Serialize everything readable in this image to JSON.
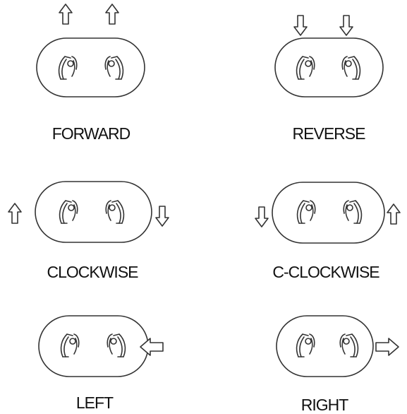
{
  "colors": {
    "ink": "#333333",
    "text": "#111111",
    "background": "#ffffff"
  },
  "panels": [
    {
      "id": "forward",
      "label": "FORWARD",
      "arrows": "left-up, right-up"
    },
    {
      "id": "reverse",
      "label": "REVERSE",
      "arrows": "left-down, right-down"
    },
    {
      "id": "clockwise",
      "label": "CLOCKWISE",
      "arrows": "outer-left-up, outer-right-down"
    },
    {
      "id": "cclockwise",
      "label": "C-CLOCKWISE",
      "arrows": "outer-left-down, outer-right-up"
    },
    {
      "id": "left",
      "label": "LEFT",
      "arrows": "right-side pointing-left"
    },
    {
      "id": "right",
      "label": "RIGHT",
      "arrows": "right-side pointing-right"
    }
  ],
  "icons": {
    "hand": "hand-icon",
    "arrow": "arrow-icon"
  }
}
